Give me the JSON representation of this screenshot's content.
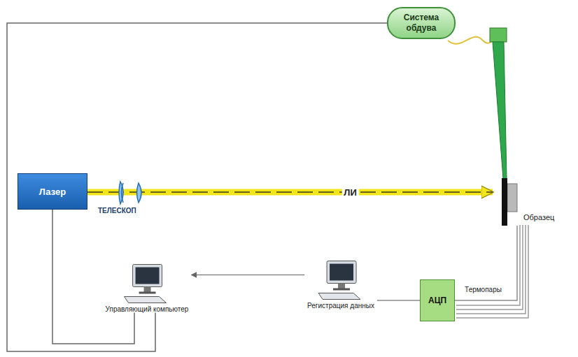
{
  "diagram": {
    "nodes": [
      {
        "text": [
          "Система обдува"
        ]
      },
      {
        "text": [
          "Лазер"
        ]
      },
      {
        "text": [
          "Образец"
        ]
      },
      {
        "text": [
          "АЦП"
        ]
      },
      {
        "text": [
          "Регистрация данных"
        ]
      },
      {
        "text": [
          "Управляющий компьютер"
        ]
      }
    ],
    "edges": [
      {
        "from": 1,
        "to": 2,
        "label": "ЛИ",
        "arrow": "to"
      },
      {
        "from": 2,
        "to": 3,
        "label": "Термопары",
        "arrow": "none"
      },
      {
        "from": 3,
        "to": 4,
        "arrow": "none"
      },
      {
        "from": 4,
        "to": 5,
        "arrow": "to"
      },
      {
        "from": 1,
        "to": 5,
        "arrow": "none"
      },
      {
        "from": 0,
        "to": 5,
        "arrow": "none"
      }
    ],
    "labels": [
      "ТЕЛЕСКОП"
    ]
  }
}
